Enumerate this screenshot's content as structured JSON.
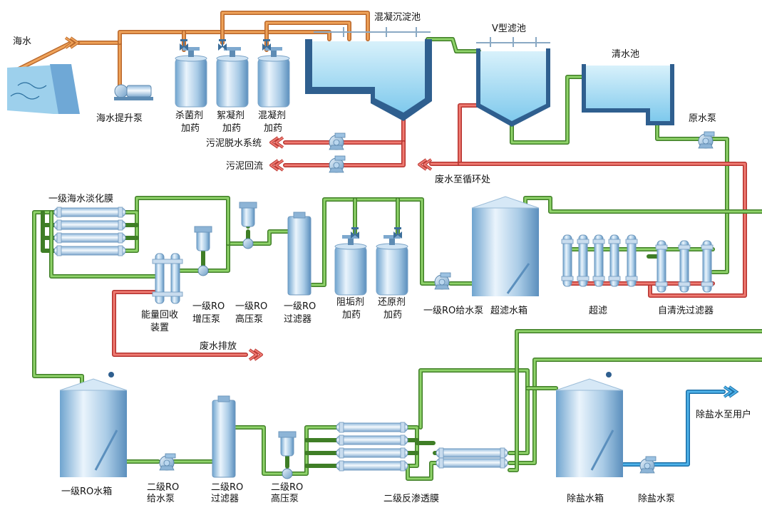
{
  "labels": {
    "seawater": "海水",
    "seawater_lift_pump": "海水提升泵",
    "coag_tank": "混凝沉淀池",
    "v_filter": "V型滤池",
    "clear_pool": "清水池",
    "raw_pump": "原水泵",
    "sterilant_1": "杀菌剂",
    "sterilant_2": "加药",
    "flocculant_1": "絮凝剂",
    "flocculant_2": "加药",
    "coagulant_1": "混凝剂",
    "coagulant_2": "加药",
    "sludge_dewater": "污泥脱水系统",
    "sludge_return": "污泥回流",
    "waste_to_cycle": "废水至循环处",
    "ro1_membrane": "一级海水淡化膜",
    "energy_recovery_1": "能量回收",
    "energy_recovery_2": "装置",
    "ro1_booster_1": "一级RO",
    "ro1_booster_2": "增压泵",
    "ro1_hp_1": "一级RO",
    "ro1_hp_2": "高压泵",
    "ro1_filter_1": "一级RO",
    "ro1_filter_2": "过滤器",
    "antiscalant_1": "阻垢剂",
    "antiscalant_2": "加药",
    "reductant_1": "还原剂",
    "reductant_2": "加药",
    "ro1_feed_pump": "一级RO给水泵",
    "uf_tank": "超滤水箱",
    "uf": "超滤",
    "self_clean_filter": "自清洗过滤器",
    "waste_discharge": "废水排放",
    "ro1_tank": "一级RO水箱",
    "ro2_feed_1": "二级RO",
    "ro2_feed_2": "给水泵",
    "ro2_filter_1": "二级RO",
    "ro2_filter_2": "过滤器",
    "ro2_hp_1": "二级RO",
    "ro2_hp_2": "高压泵",
    "ro2_membrane": "二级反渗透膜",
    "desalt_tank": "除盐水箱",
    "desalt_pump": "除盐水泵",
    "desalt_to_user": "除盐水至用户"
  },
  "colors": {
    "pipe_green": "#3f7e26",
    "pipe_red": "#b5322e",
    "pipe_orange": "#b8662a",
    "pipe_blue": "#1a6ea6",
    "tank_blue": "#a9d0ec"
  }
}
